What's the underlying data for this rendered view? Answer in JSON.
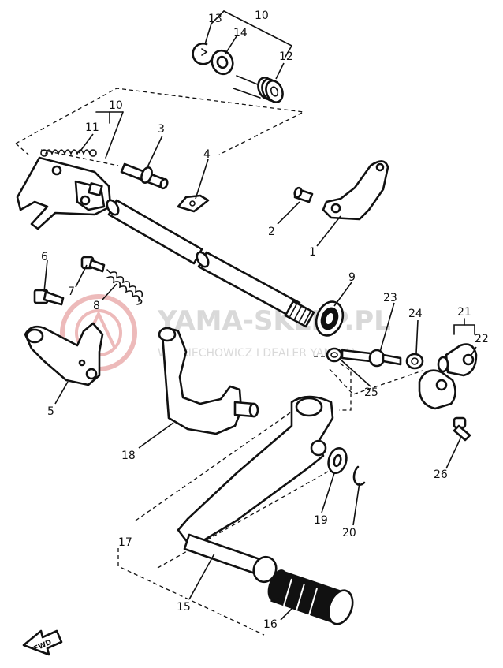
{
  "watermark": {
    "brand": "YAMA-SKLEP.PL",
    "sub": "WOJCIECHOWICZ I DEALER YAMAHA",
    "color": "#d9d9d9",
    "logo_color": "#e7a4a4"
  },
  "callouts": {
    "c1": "1",
    "c2": "2",
    "c3": "3",
    "c4": "4",
    "c5": "5",
    "c6": "6",
    "c7": "7",
    "c8": "8",
    "c9": "9",
    "c10a": "10",
    "c10b": "10",
    "c11": "11",
    "c12": "12",
    "c13": "13",
    "c14": "14",
    "c15": "15",
    "c16": "16",
    "c17": "17",
    "c18": "18",
    "c19": "19",
    "c20": "20",
    "c21": "21",
    "c22": "22",
    "c23": "23",
    "c24": "24",
    "c25": "25",
    "c26": "26"
  },
  "direction_label": "FWD"
}
